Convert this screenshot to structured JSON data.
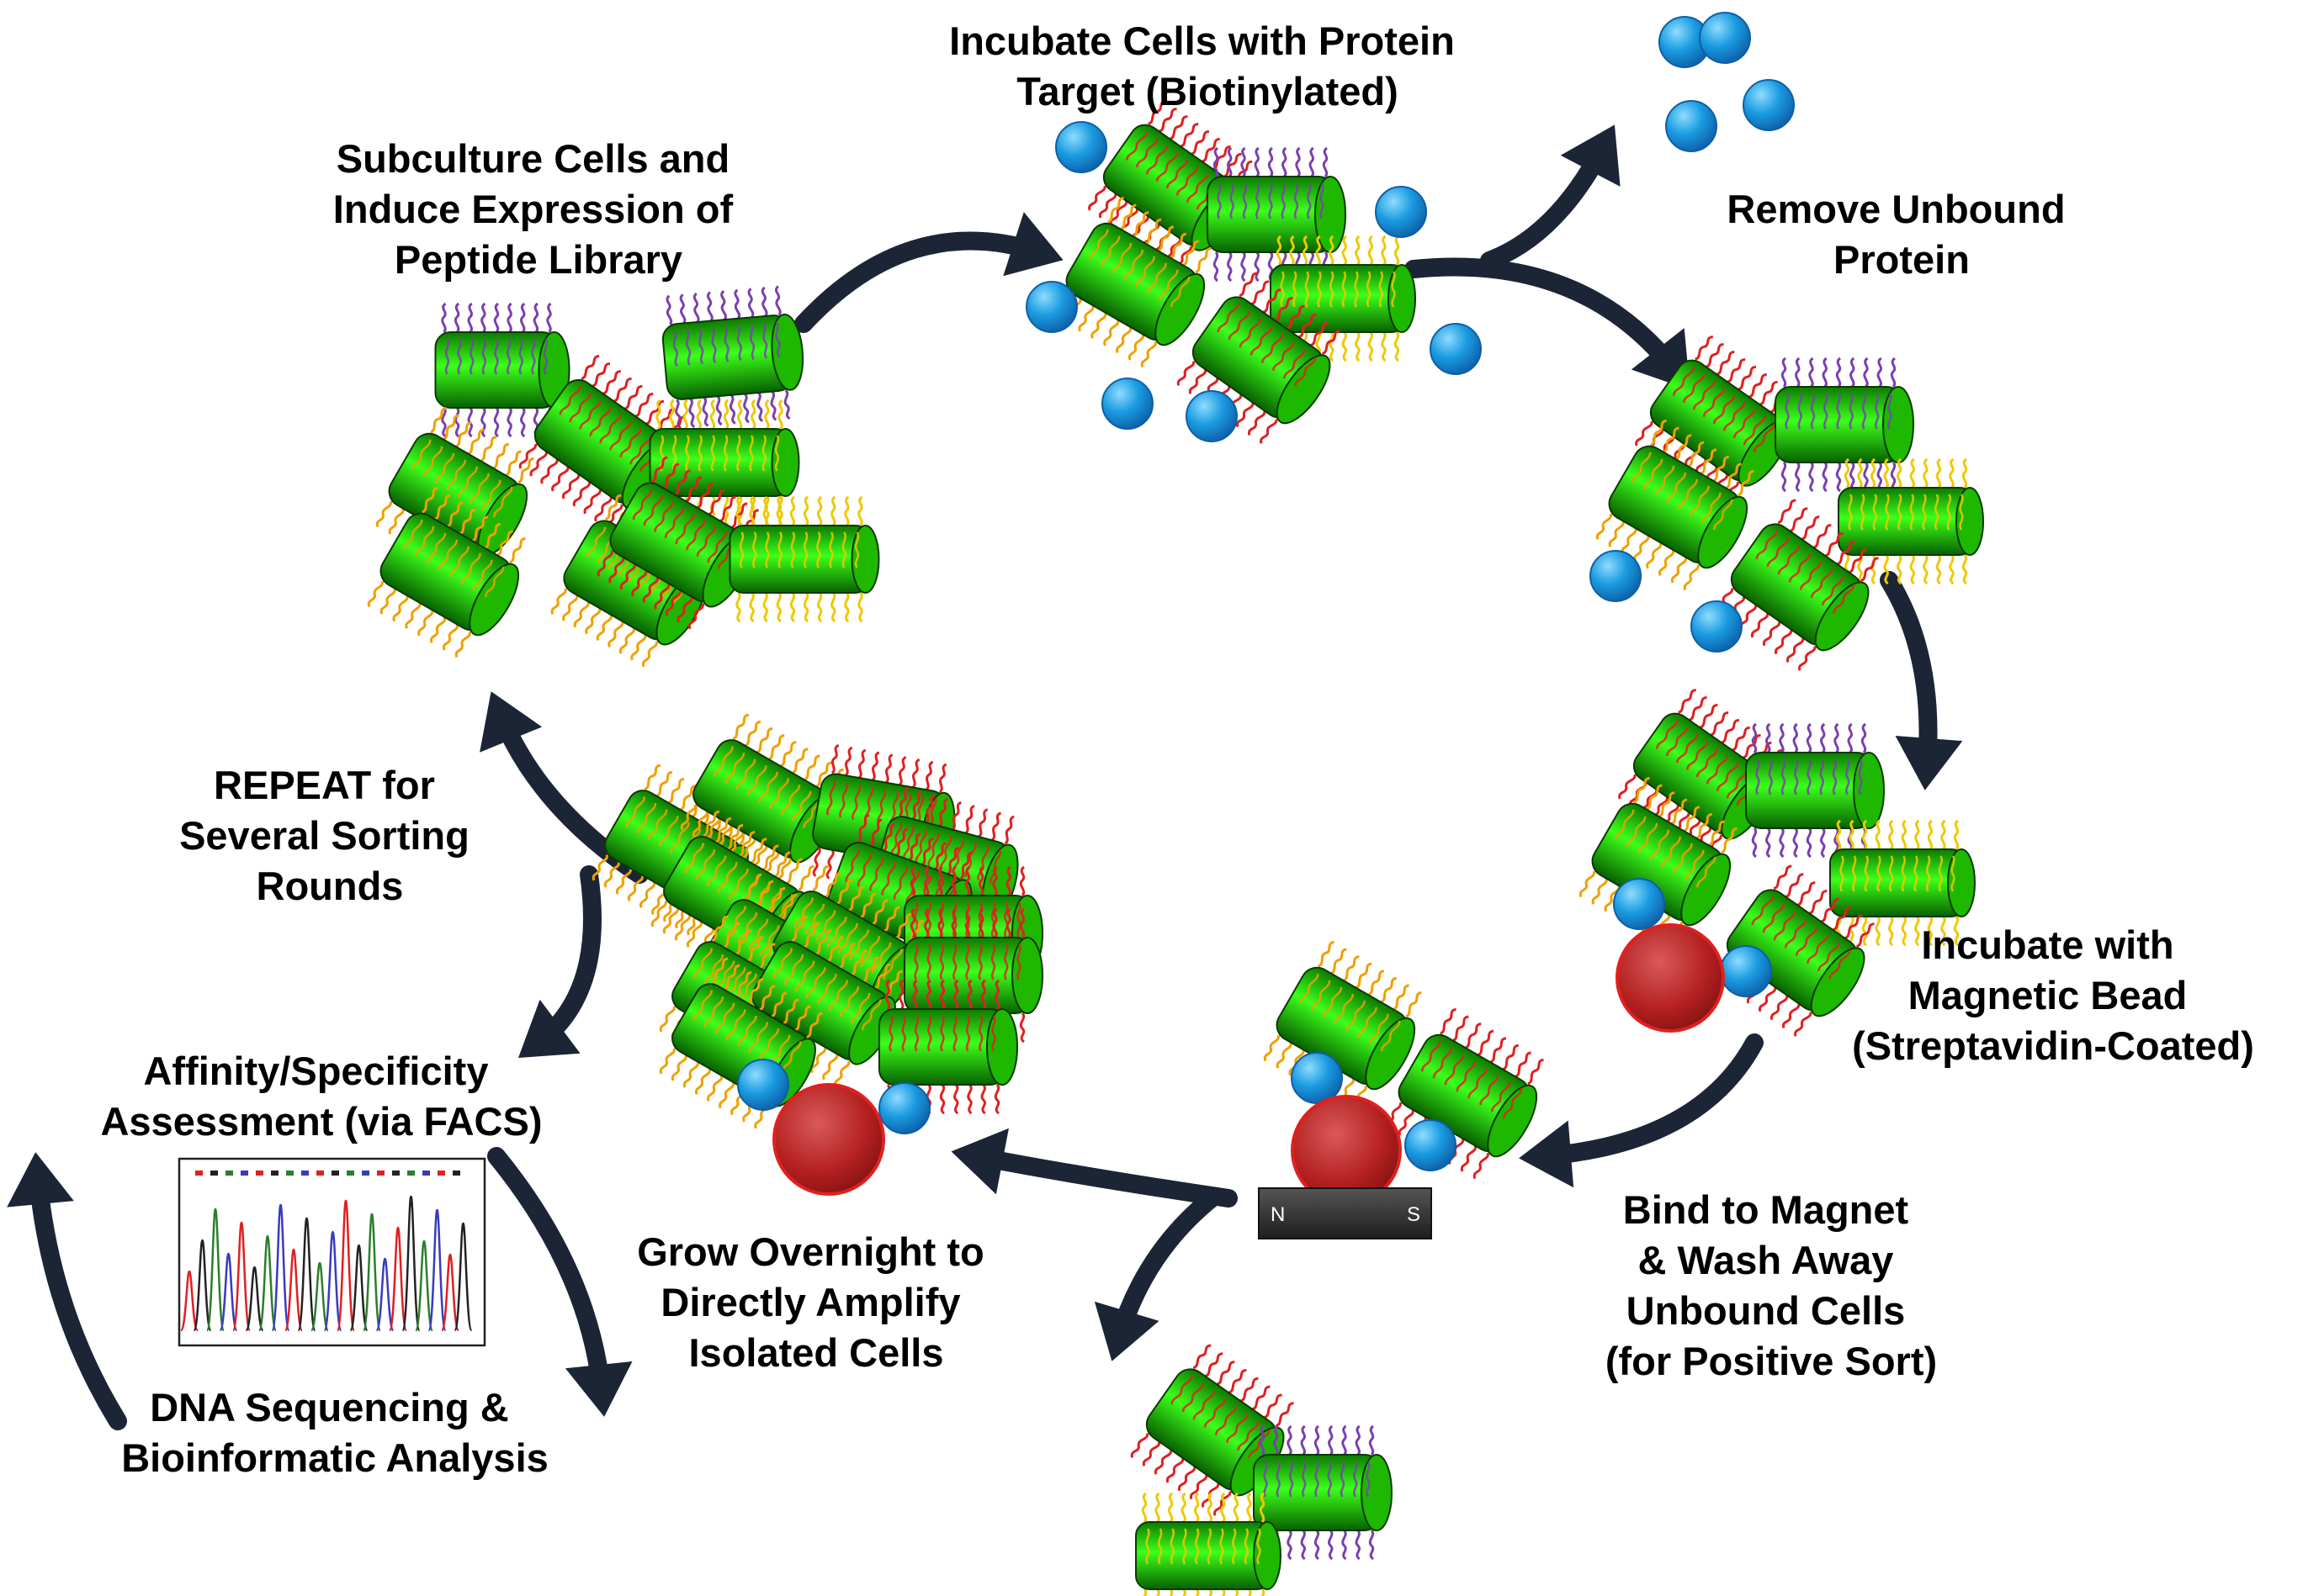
{
  "diagram": {
    "steps": {
      "subculture": [
        "Subculture Cells and",
        "Induce Expression of",
        "Peptide Library"
      ],
      "incubate_target": [
        "Incubate Cells with Protein",
        "Target (Biotinylated)"
      ],
      "remove_unbound": [
        "Remove Unbound",
        "Protein"
      ],
      "incubate_bead": [
        "Incubate with",
        "Magnetic Bead",
        "(Streptavidin-Coated)"
      ],
      "bind_magnet": [
        "Bind to Magnet",
        "& Wash Away",
        "Unbound Cells",
        "(for Positive Sort)"
      ],
      "grow_overnight": [
        "Grow Overnight to",
        "Directly Amplify",
        "Isolated Cells"
      ],
      "repeat": [
        "REPEAT for",
        "Several Sorting",
        "Rounds"
      ],
      "affinity": [
        "Affinity/Specificity",
        "Assessment (via FACS)"
      ],
      "sequencing": [
        "DNA Sequencing &",
        "Bioinformatic Analysis"
      ]
    },
    "magnet": {
      "north": "N",
      "south": "S"
    },
    "colors": {
      "cell_green": "#22dd00",
      "arrow": "#1b2535",
      "protein_blue": "#1a9be0",
      "bead_red": "#b52020",
      "peptide_purple": "#7a3fb0",
      "peptide_yellow": "#f0c800",
      "peptide_red": "#e02020",
      "peptide_orange": "#f0a000",
      "trace_colors": [
        "#e02020",
        "#222222",
        "#2a7f2a",
        "#3a3ac0"
      ]
    }
  }
}
